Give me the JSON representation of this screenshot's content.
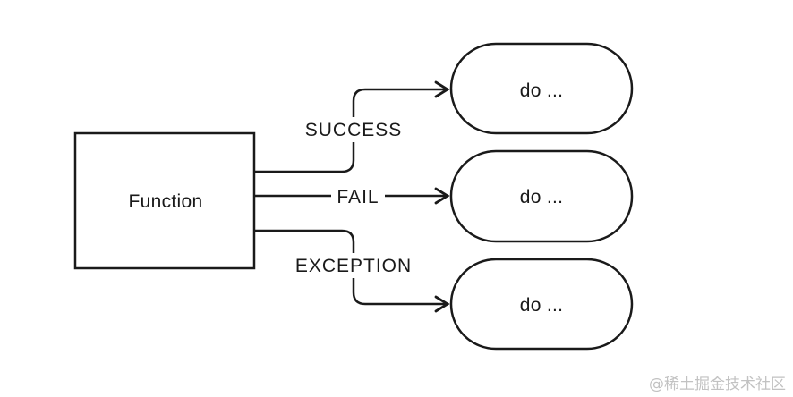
{
  "diagram": {
    "source": {
      "label": "Function"
    },
    "branches": [
      {
        "label": "SUCCESS",
        "target": "do ..."
      },
      {
        "label": "FAIL",
        "target": "do ..."
      },
      {
        "label": "EXCEPTION",
        "target": "do ..."
      }
    ]
  },
  "watermark": {
    "text": "@稀土掘金技术社区"
  },
  "colors": {
    "stroke": "#1a1a1a",
    "background": "#ffffff",
    "watermark": "#c2c2c2"
  }
}
